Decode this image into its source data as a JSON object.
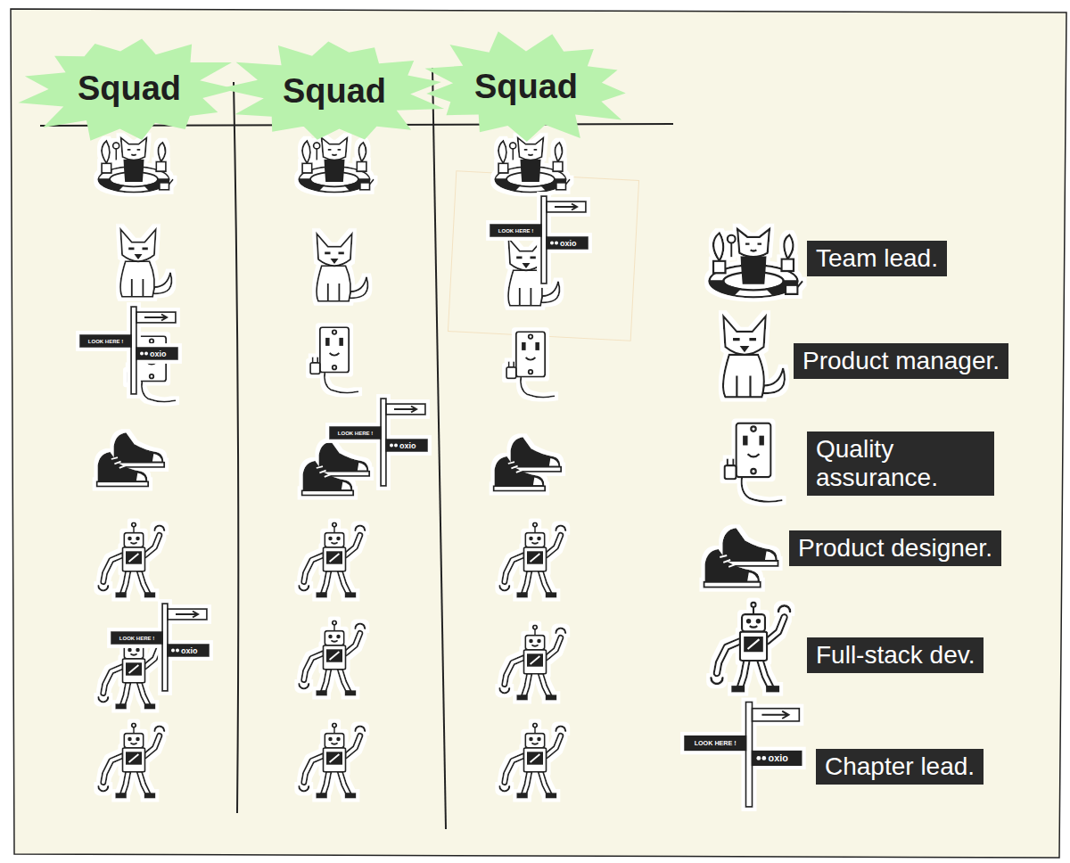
{
  "diagram": {
    "nodes": [
      {
        "text": [
          "Squad"
        ]
      },
      {
        "text": [
          "Squad"
        ]
      },
      {
        "text": [
          "Squad"
        ]
      }
    ],
    "labels": [
      "LOOK HERE !",
      "oxio",
      "LOOK HERE !",
      "oxio",
      "LOOK HERE !",
      "oxio",
      "LOOK HERE !",
      "oxio",
      "LOOK HERE !",
      "oxio"
    ],
    "legend": [
      {
        "text": "Team lead."
      },
      {
        "text": "Product manager."
      },
      {
        "text": "Quality assurance."
      },
      {
        "text": "Product designer."
      },
      {
        "text": "Full-stack dev."
      },
      {
        "text": "Chapter lead."
      }
    ]
  }
}
